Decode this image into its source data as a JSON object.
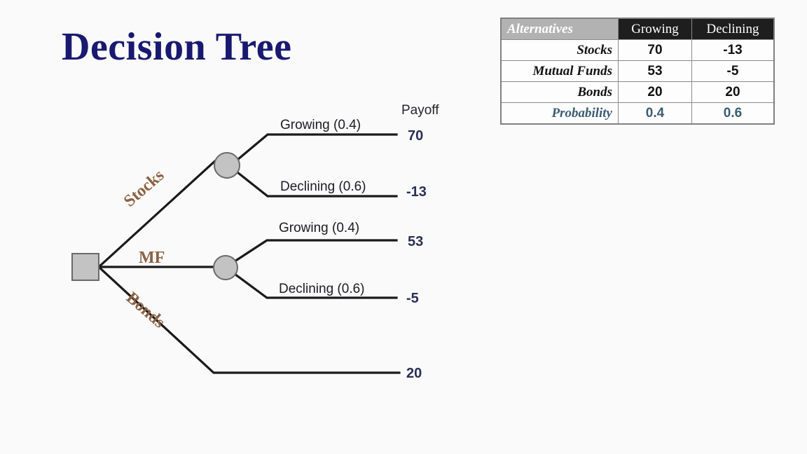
{
  "page": {
    "title": "Decision Tree",
    "background_color": "#fafafa",
    "title_color": "#191970"
  },
  "tree": {
    "payoff_header": "Payoff",
    "alternatives": [
      {
        "key": "stocks",
        "label": "Stocks",
        "color": "#8b6244"
      },
      {
        "key": "mutual_funds",
        "label": "MF",
        "color": "#8b6244"
      },
      {
        "key": "bonds",
        "label": "Bonds",
        "color": "#8b6244"
      }
    ],
    "branches": [
      {
        "alternative": "Stocks",
        "outcome": "Growing (0.4)",
        "payoff": "70"
      },
      {
        "alternative": "Stocks",
        "outcome": "Declining (0.6)",
        "payoff": "-13"
      },
      {
        "alternative": "MF",
        "outcome": "Growing (0.4)",
        "payoff": "53"
      },
      {
        "alternative": "MF",
        "outcome": "Declining (0.6)",
        "payoff": "-5"
      },
      {
        "alternative": "Bonds",
        "outcome": "",
        "payoff": "20"
      }
    ],
    "node_fill": "#c3c3c3",
    "node_stroke": "#6a6a6a",
    "line_color": "#1a1a1a",
    "payoff_color": "#2b2f55"
  },
  "chart_data": {
    "type": "table",
    "title": "Decision Tree",
    "columns": [
      "Alternatives",
      "Growing",
      "Declining"
    ],
    "rows": [
      {
        "label": "Stocks",
        "values": [
          "70",
          "-13"
        ]
      },
      {
        "label": "Mutual Funds",
        "values": [
          "53",
          "-5"
        ]
      },
      {
        "label": "Bonds",
        "values": [
          "20",
          "20"
        ]
      },
      {
        "label": "Probability",
        "values": [
          "0.4",
          "0.6"
        ]
      }
    ],
    "header_alt_bg": "#b2b2b2",
    "header_state_bg": "#1e1e1e",
    "probability_color": "#3b5c73"
  },
  "table": {
    "header": {
      "alternatives": "Alternatives",
      "growing": "Growing",
      "declining": "Declining"
    },
    "rows": [
      {
        "name": "Stocks",
        "growing": "70",
        "declining": "-13"
      },
      {
        "name": "Mutual Funds",
        "growing": "53",
        "declining": "-5"
      },
      {
        "name": "Bonds",
        "growing": "20",
        "declining": "20"
      },
      {
        "name": "Probability",
        "growing": "0.4",
        "declining": "0.6"
      }
    ]
  }
}
